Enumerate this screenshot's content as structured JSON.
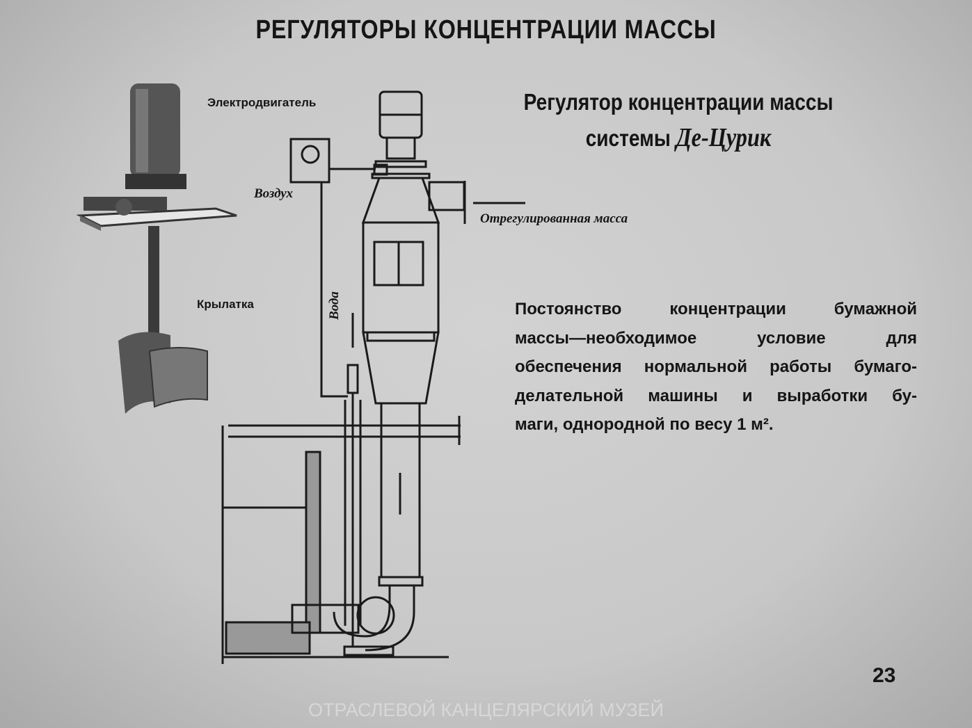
{
  "title": "РЕГУЛЯТОРЫ КОНЦЕНТРАЦИИ МАССЫ",
  "subtitle": {
    "line1": "Регулятор концентрации массы",
    "line2_prefix": "системы",
    "line2_name": "Де-Цурик"
  },
  "labels": {
    "motor": "Электродвигатель",
    "impeller": "Крылатка",
    "air": "Воздух",
    "water": "Вода",
    "output": "Отрегулированная масса"
  },
  "paragraph": [
    "Постоянство концентрации бумажной",
    "массы—необходимое условие для",
    "обеспечения нормальной работы бумаго-",
    "делательной машины и выработки бу-",
    "маги, однородной по весу 1 м²."
  ],
  "page_number": "23",
  "watermark": "ОТРАСЛЕВОЙ КАНЦЕЛЯРСКИЙ МУЗЕЙ"
}
